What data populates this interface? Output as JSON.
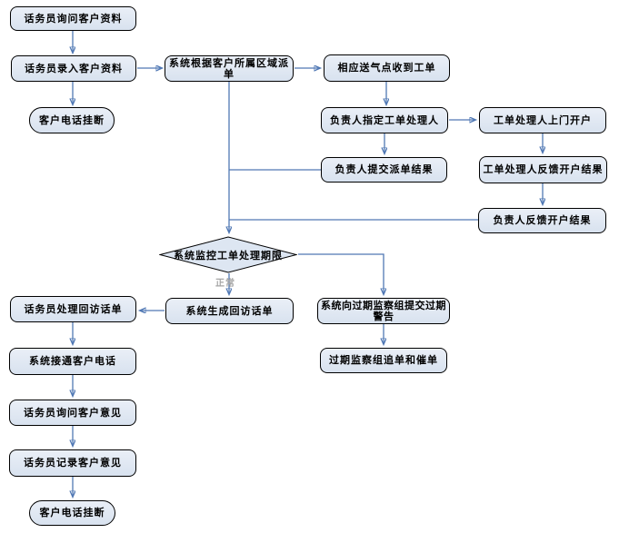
{
  "flowchart": {
    "nodes": {
      "ask_customer_info": {
        "label": "话务员询问客户资料",
        "shape": "rect"
      },
      "enter_customer_info": {
        "label": "话务员录入客户资料",
        "shape": "rect"
      },
      "customer_hangup_1": {
        "label": "客户电话挂断",
        "shape": "terminal"
      },
      "dispatch_by_region": {
        "label": "系统根据客户所属区域派单",
        "shape": "rect"
      },
      "gas_point_receive": {
        "label": "相应送气点收到工单",
        "shape": "rect"
      },
      "assign_handler": {
        "label": "负责人指定工单处理人",
        "shape": "rect"
      },
      "handler_visit": {
        "label": "工单处理人上门开户",
        "shape": "rect"
      },
      "submit_dispatch_result": {
        "label": "负责人提交派单结果",
        "shape": "rect"
      },
      "handler_feedback": {
        "label": "工单处理人反馈开户结果",
        "shape": "rect"
      },
      "leader_feedback": {
        "label": "负责人反馈开户结果",
        "shape": "rect"
      },
      "monitor_deadline": {
        "label": "系统监控工单处理期限",
        "shape": "diamond"
      },
      "generate_callback": {
        "label": "系统生成回访话单",
        "shape": "rect"
      },
      "overdue_warning": {
        "label": "系统向过期监察组提交过期警告",
        "shape": "rect"
      },
      "overdue_chase": {
        "label": "过期监察组追单和催单",
        "shape": "rect"
      },
      "handle_callback": {
        "label": "话务员处理回访话单",
        "shape": "rect"
      },
      "connect_phone": {
        "label": "系统接通客户电话",
        "shape": "rect"
      },
      "ask_opinion": {
        "label": "话务员询问客户意见",
        "shape": "rect"
      },
      "record_opinion": {
        "label": "话务员记录客户意见",
        "shape": "rect"
      },
      "customer_hangup_2": {
        "label": "客户电话挂断",
        "shape": "terminal"
      }
    },
    "edge_labels": {
      "diamond_normal": "正常"
    },
    "edges": [
      {
        "from": "ask_customer_info",
        "to": "enter_customer_info"
      },
      {
        "from": "enter_customer_info",
        "to": "customer_hangup_1"
      },
      {
        "from": "enter_customer_info",
        "to": "dispatch_by_region"
      },
      {
        "from": "dispatch_by_region",
        "to": "gas_point_receive"
      },
      {
        "from": "gas_point_receive",
        "to": "assign_handler"
      },
      {
        "from": "assign_handler",
        "to": "handler_visit"
      },
      {
        "from": "assign_handler",
        "to": "submit_dispatch_result"
      },
      {
        "from": "handler_visit",
        "to": "handler_feedback"
      },
      {
        "from": "handler_feedback",
        "to": "leader_feedback"
      },
      {
        "from": "dispatch_by_region",
        "to": "monitor_deadline"
      },
      {
        "from": "submit_dispatch_result",
        "to": "monitor_deadline"
      },
      {
        "from": "leader_feedback",
        "to": "monitor_deadline"
      },
      {
        "from": "monitor_deadline",
        "to": "generate_callback",
        "label": "正常"
      },
      {
        "from": "monitor_deadline",
        "to": "overdue_warning"
      },
      {
        "from": "generate_callback",
        "to": "handle_callback"
      },
      {
        "from": "overdue_warning",
        "to": "overdue_chase"
      },
      {
        "from": "handle_callback",
        "to": "connect_phone"
      },
      {
        "from": "connect_phone",
        "to": "ask_opinion"
      },
      {
        "from": "ask_opinion",
        "to": "record_opinion"
      },
      {
        "from": "record_opinion",
        "to": "customer_hangup_2"
      }
    ],
    "colors": {
      "node_fill": "#dde6f2",
      "node_fill_top": "#eaeff7",
      "node_border": "#000000",
      "arrow": "#5078b4",
      "edge_label": "#a6a6a6",
      "text": "#000000",
      "background": "#ffffff"
    }
  }
}
